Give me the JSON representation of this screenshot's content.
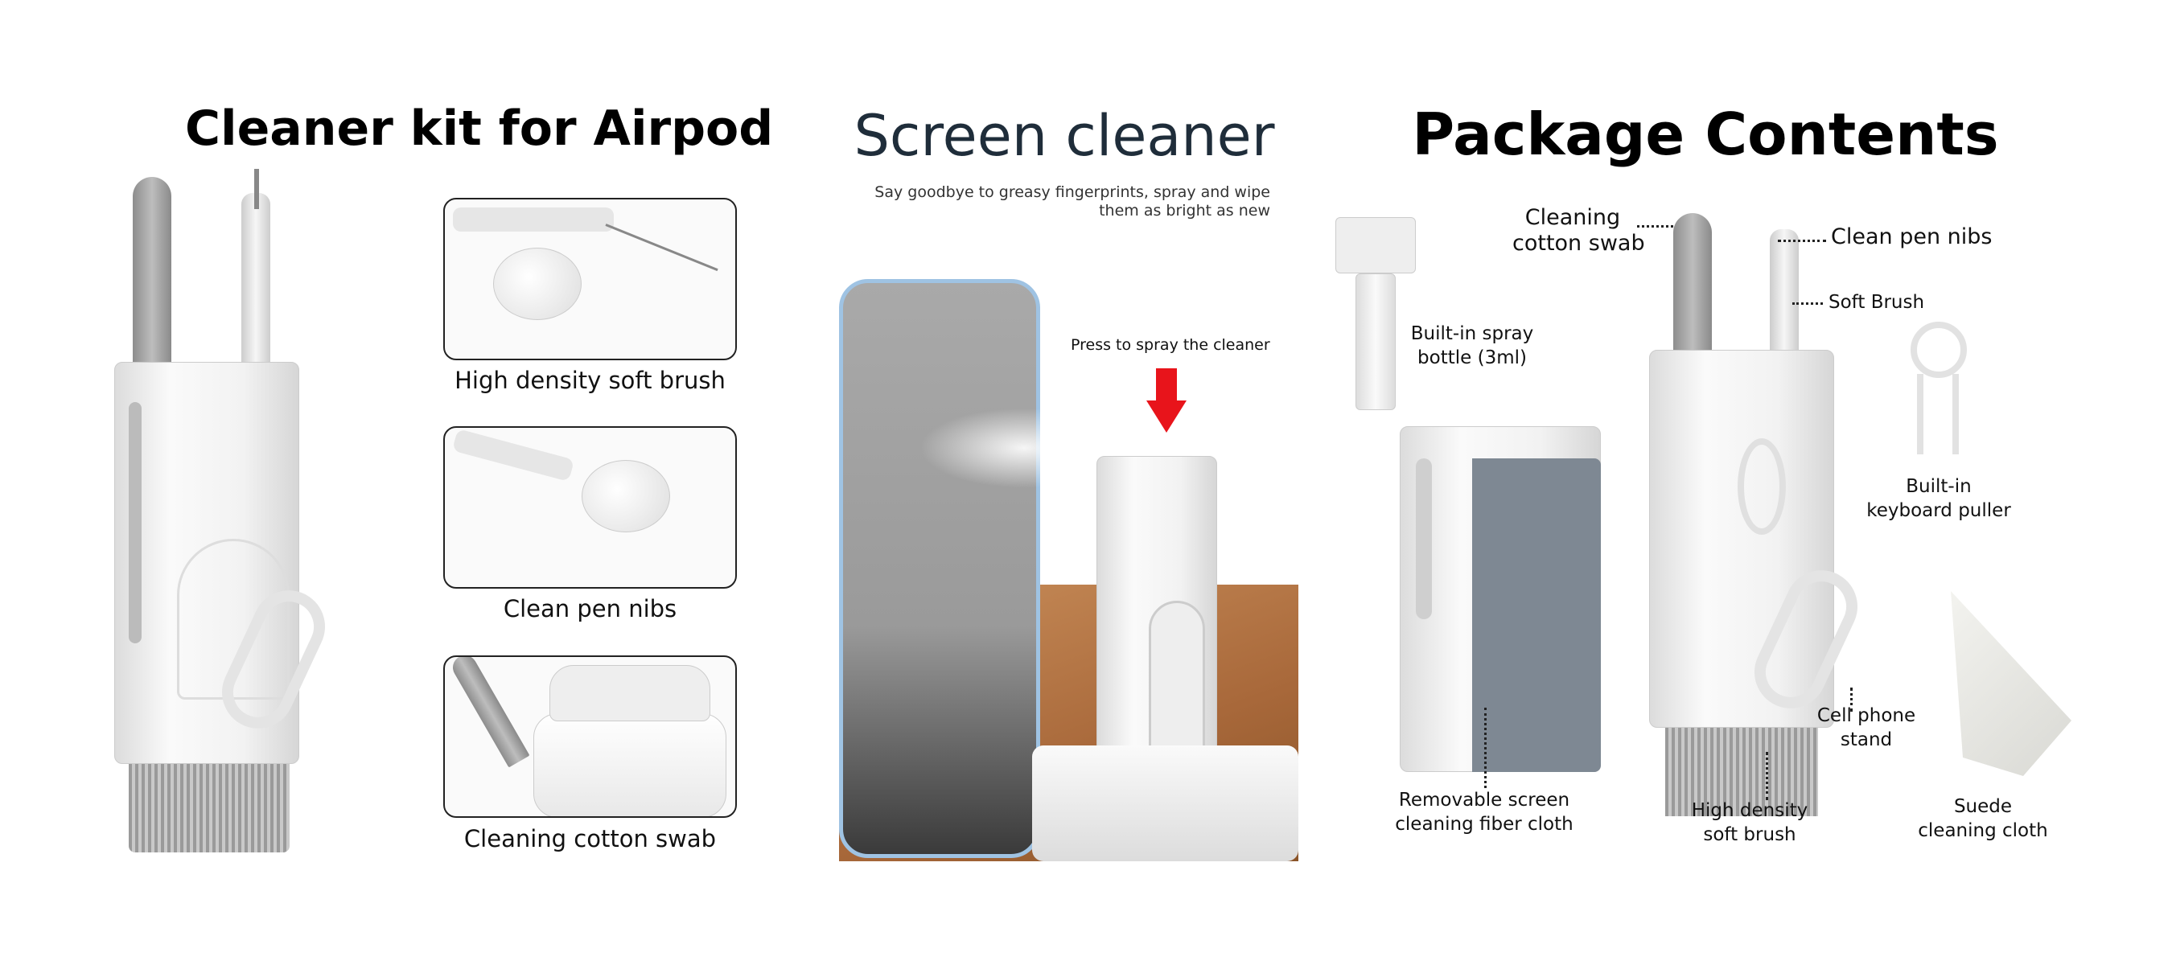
{
  "left": {
    "title": "Cleaner kit for Airpod",
    "captions": [
      "High density soft brush",
      "Clean pen nibs",
      "Cleaning cotton swab"
    ]
  },
  "middle": {
    "title": "Screen cleaner",
    "subtitle_line1": "Say goodbye to greasy fingerprints, spray and wipe",
    "subtitle_line2": "them as bright as new",
    "press_label": "Press to spray the cleaner",
    "arrow_color": "#e8141b"
  },
  "right": {
    "title": "Package Contents",
    "labels": {
      "swab": [
        "Cleaning",
        "cotton swab"
      ],
      "pen": "Clean pen nibs",
      "soft_brush": "Soft Brush",
      "spray": [
        "Built-in spray",
        "bottle (3ml)"
      ],
      "puller": [
        "Built-in",
        "keyboard puller"
      ],
      "stand": [
        "Cell phone",
        "stand"
      ],
      "cloth_fiber": [
        "Removable screen",
        "cleaning fiber cloth"
      ],
      "brush": [
        "High density",
        "soft brush"
      ],
      "suede": [
        "Suede",
        "cleaning cloth"
      ]
    }
  }
}
